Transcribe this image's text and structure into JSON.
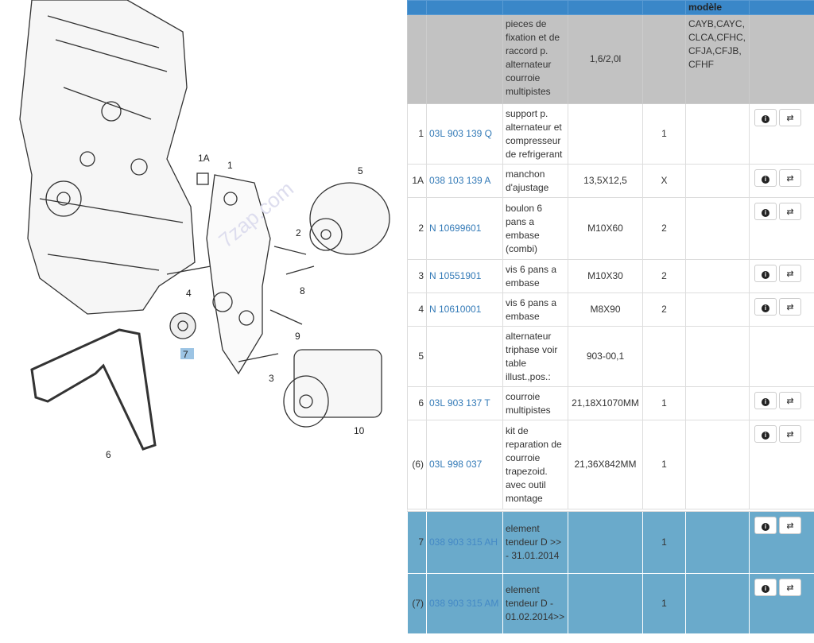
{
  "header": {
    "model_col": "modèle"
  },
  "group": {
    "description": "pieces de fixation et de raccord p. alternateur courroie multipistes",
    "spec": "1,6/2,0l",
    "models": "CAYB,CAYC, CLCA,CFHC, CFJA,CFJB, CFHF"
  },
  "rows": [
    {
      "pos": "1",
      "part": "03L 903 139 Q",
      "desc": "support p. alternateur et compresseur de refrigerant",
      "spec": "",
      "qty": "1",
      "buttons": true
    },
    {
      "pos": "1A",
      "part": "038 103 139 A",
      "desc": "manchon d'ajustage",
      "spec": "13,5X12,5",
      "qty": "X",
      "buttons": true
    },
    {
      "pos": "2",
      "part": "N  10699601",
      "desc": "boulon 6 pans a embase (combi)",
      "spec": "M10X60",
      "qty": "2",
      "buttons": true
    },
    {
      "pos": "3",
      "part": "N  10551901",
      "desc": "vis 6 pans a embase",
      "spec": "M10X30",
      "qty": "2",
      "buttons": true
    },
    {
      "pos": "4",
      "part": "N  10610001",
      "desc": "vis 6 pans a embase",
      "spec": "M8X90",
      "qty": "2",
      "buttons": true
    },
    {
      "pos": "5",
      "part": "",
      "desc": "alternateur triphase voir table illust.,pos.:",
      "spec": "903-00,1",
      "qty": "",
      "buttons": false
    },
    {
      "pos": "6",
      "part": "03L 903 137 T",
      "desc": "courroie multipistes",
      "spec": "21,18X1070MM",
      "qty": "1",
      "buttons": true
    },
    {
      "pos": "(6)",
      "part": "03L 998 037",
      "desc": "kit de reparation de courroie trapezoid. avec outil montage",
      "spec": "21,36X842MM",
      "qty": "1",
      "buttons": true
    }
  ],
  "selected_rows": [
    {
      "pos": "7",
      "part": "038 903 315 AH",
      "desc": "element tendeur D >> - 31.01.2014",
      "spec": "",
      "qty": "1"
    },
    {
      "pos": "(7)",
      "part": "038 903 315 AM",
      "desc": "element tendeur D - 01.02.2014>>",
      "spec": "",
      "qty": "1"
    }
  ],
  "diagram": {
    "callouts": [
      "1A",
      "1",
      "5",
      "2",
      "4",
      "8",
      "9",
      "3",
      "7",
      "10",
      "6"
    ],
    "selected_callout": "7"
  },
  "colors": {
    "header": "#3a87c8",
    "group": "#c2c2c2",
    "selected": "#6aaacb",
    "link": "#337ab7"
  }
}
